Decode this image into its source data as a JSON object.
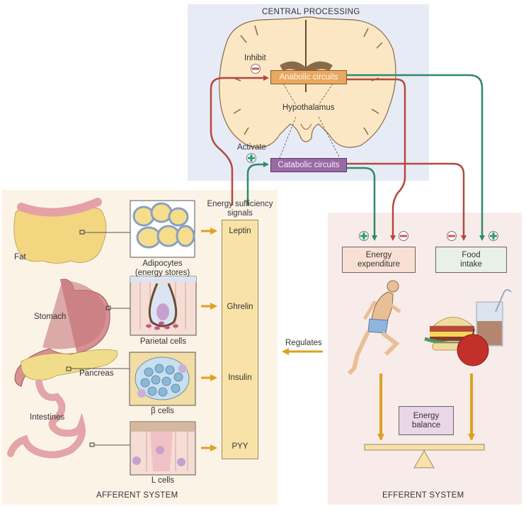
{
  "central": {
    "title": "CENTRAL PROCESSING",
    "inhibit_label": "Inhibit",
    "activate_label": "Activate",
    "hypothalamus_label": "Hypothalamus",
    "anabolic_label": "Anabolic circuits",
    "catabolic_label": "Catabolic circuits"
  },
  "afferent": {
    "title": "AFFERENT SYSTEM",
    "signals_header": "Energy sufficiency signals",
    "organs": [
      {
        "organ": "Fat",
        "cells": "Adipocytes (energy stores)",
        "signal": "Leptin"
      },
      {
        "organ": "Stomach",
        "cells": "Parietal cells",
        "signal": "Ghrelin"
      },
      {
        "organ": "Pancreas",
        "cells": "β cells",
        "signal": "Insulin"
      },
      {
        "organ": "Intestines",
        "cells": "L cells",
        "signal": "PYY"
      }
    ],
    "cells_line1": "Adipocytes",
    "cells_line2": "(energy stores)",
    "signals_line1": "Energy sufficiency",
    "signals_line2": "signals"
  },
  "efferent": {
    "title": "EFFERENT SYSTEM",
    "energy_expenditure_line1": "Energy",
    "energy_expenditure_line2": "expenditure",
    "food_intake_line1": "Food",
    "food_intake_line2": "intake",
    "energy_balance_line1": "Energy",
    "energy_balance_line2": "balance"
  },
  "regulates_label": "Regulates",
  "signs": {
    "plus": "+",
    "minus": "−"
  },
  "colors": {
    "inhibit_path": "#b5483f",
    "activate_path": "#2e8a68",
    "signal_arrow": "#e0a020",
    "anabolic": "#e9a861",
    "catabolic": "#9a6aa6"
  }
}
